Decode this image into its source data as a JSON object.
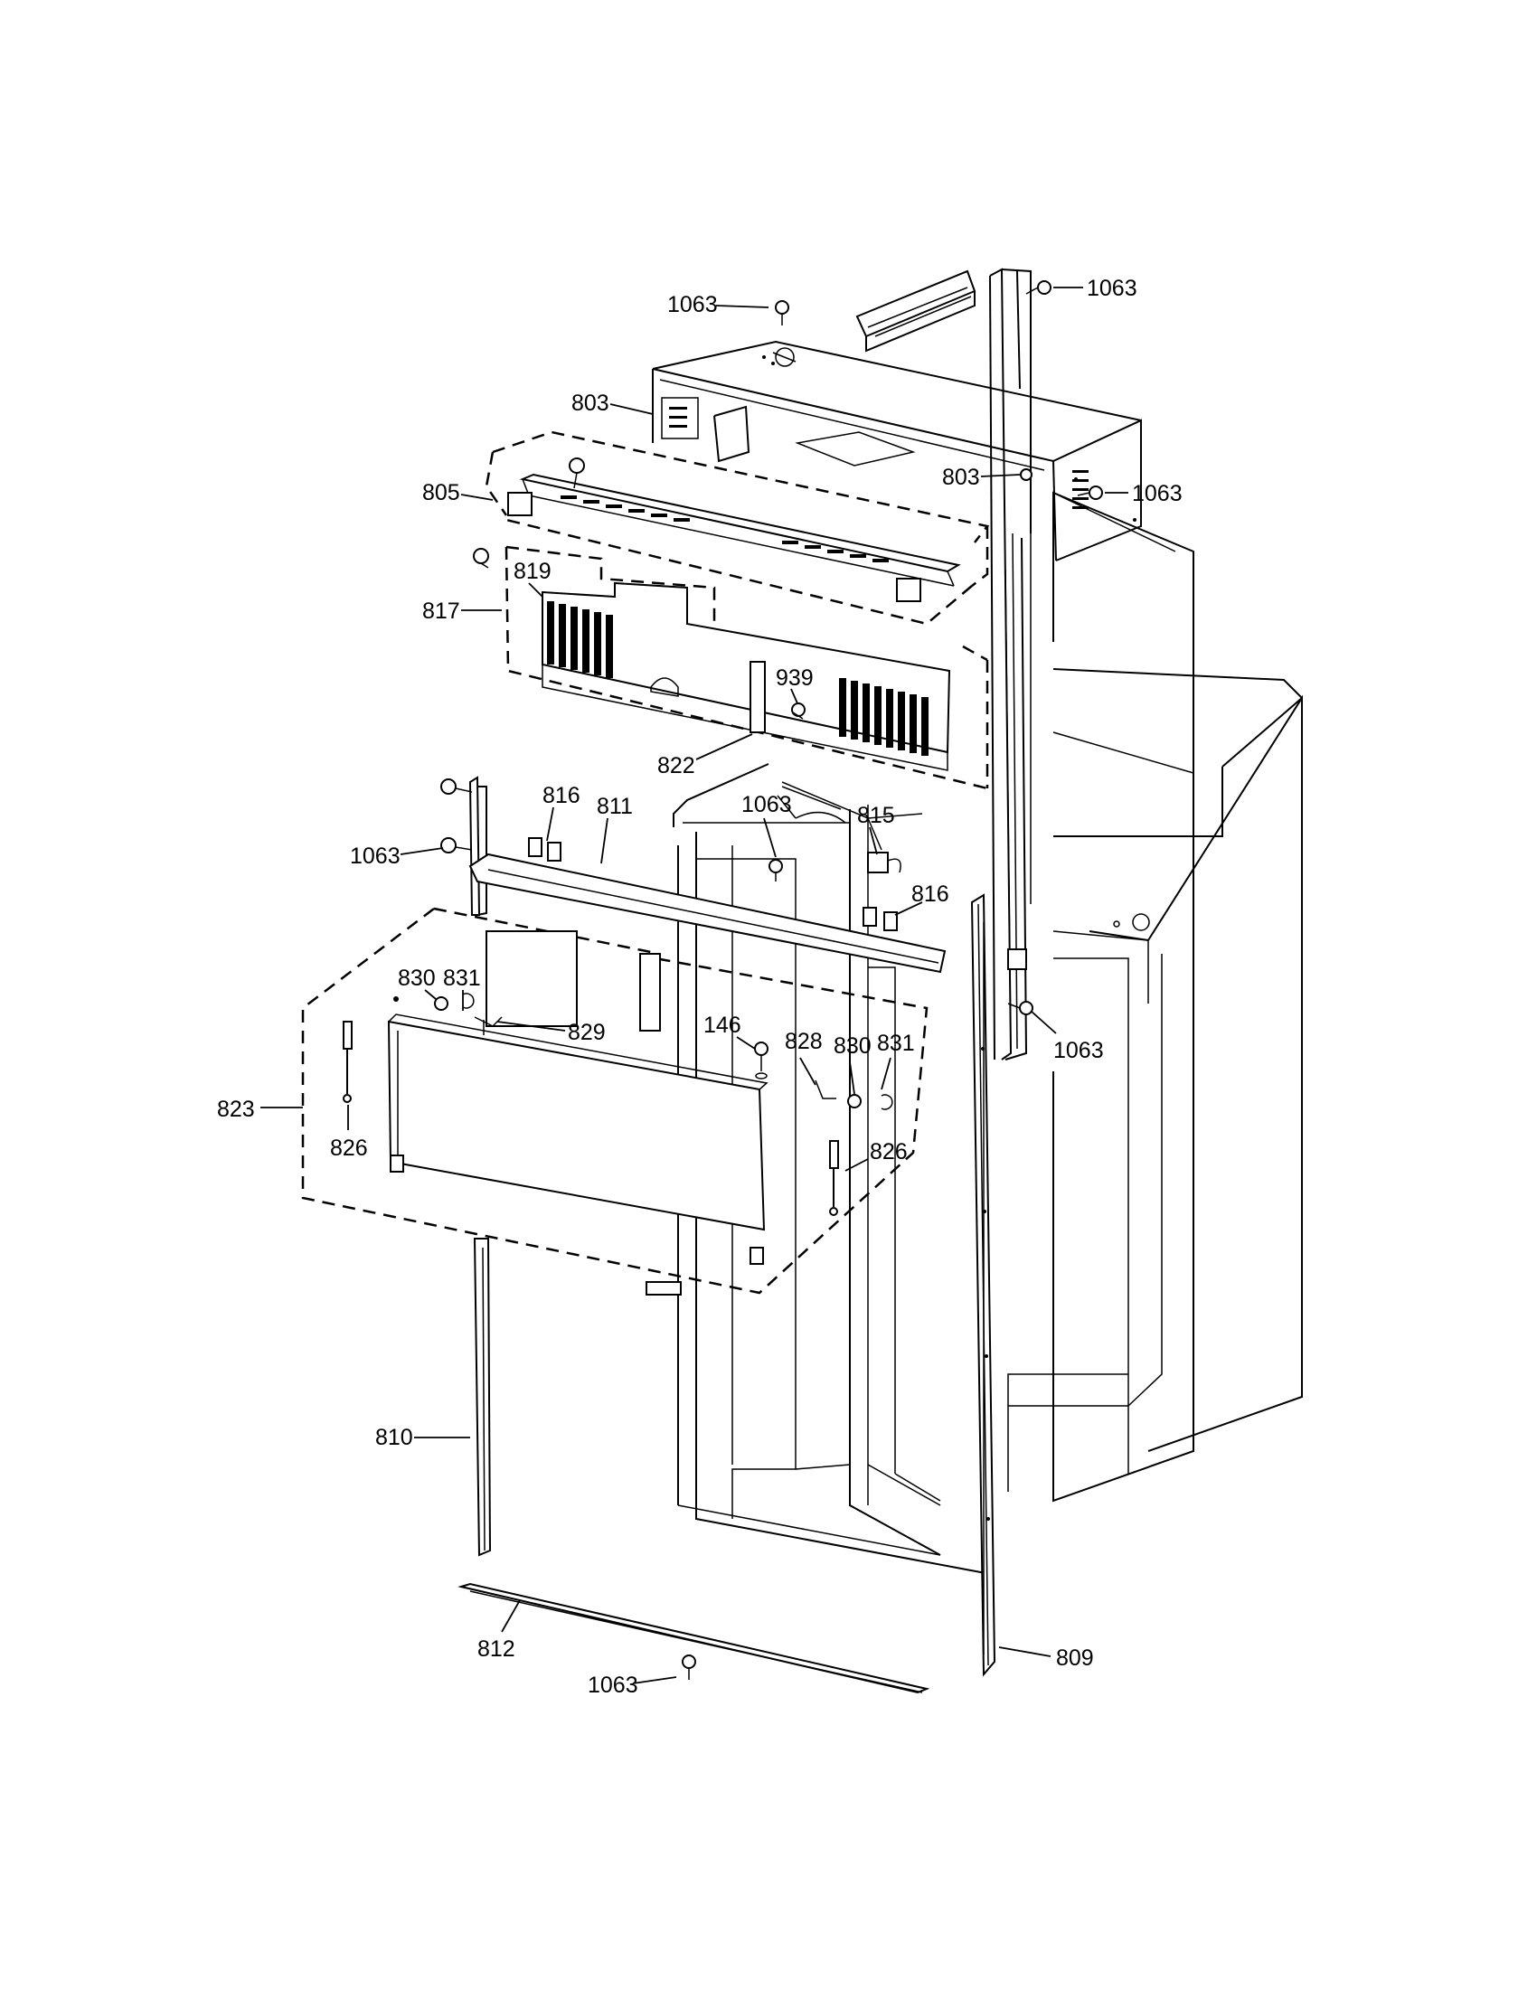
{
  "labels": {
    "l1063_top_center": "1063",
    "l1063_top_right": "1063",
    "l803_left": "803",
    "l803_right": "803",
    "l1063_right_box": "1063",
    "l805": "805",
    "l819": "819",
    "l817": "817",
    "l939": "939",
    "l822": "822",
    "l816_left": "816",
    "l811": "811",
    "l1063_middle": "1063",
    "l815": "815",
    "l1063_left": "1063",
    "l816_right": "816",
    "l831_left": "831",
    "l830_left": "830",
    "l829": "829",
    "l146": "146",
    "l828": "828",
    "l830_right": "830",
    "l831_right": "831",
    "l1063_right_rail": "1063",
    "l823": "823",
    "l826_left": "826",
    "l826_right": "826",
    "l810": "810",
    "l812": "812",
    "l1063_bottom": "1063",
    "l809": "809"
  }
}
